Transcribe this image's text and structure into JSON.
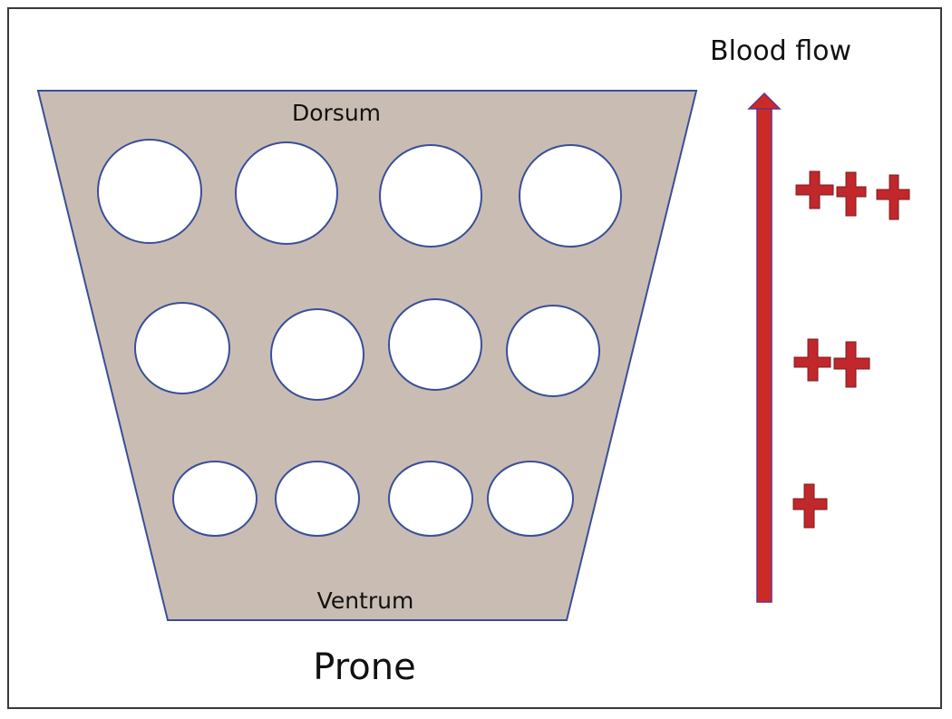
{
  "diagram": {
    "top_label": "Dorsum",
    "bottom_label": "Ventrum",
    "caption": "Prone",
    "flow_label": "Blood flow",
    "flow_levels": [
      "+++",
      "++",
      "+"
    ],
    "alveoli_rows": [
      4,
      4,
      4
    ]
  },
  "colors": {
    "tissue": "#c9bdb3",
    "outline": "#3a4f9a",
    "arrow": "#cc2b25",
    "arrow_outline": "#6b2e8c",
    "plus": "#c0282b"
  }
}
